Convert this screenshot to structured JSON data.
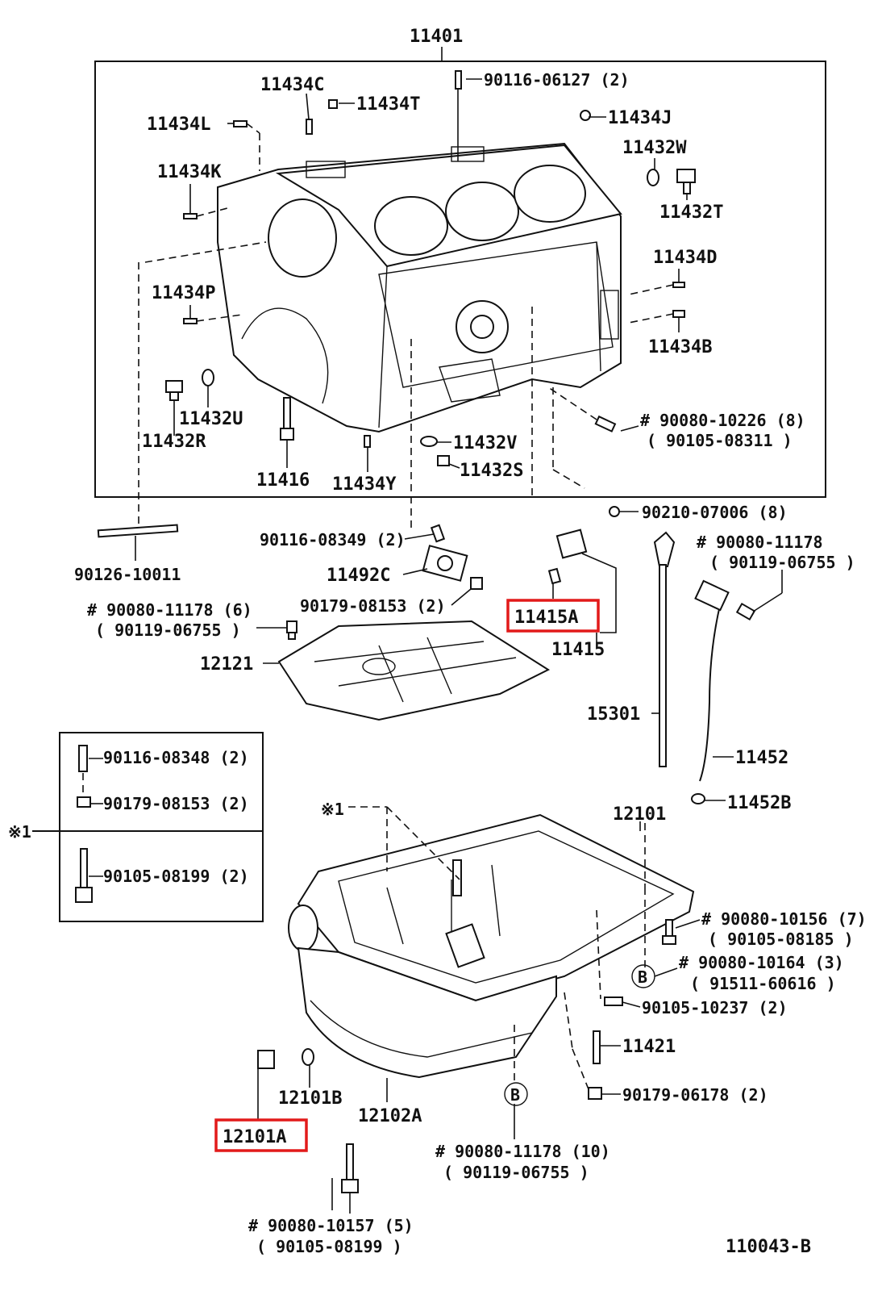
{
  "labels": {
    "l11401": "11401",
    "l11434c": "11434C",
    "l90116_06127": "90116-06127 (2)",
    "l11434t": "11434T",
    "l11434l": "11434L",
    "l11434j": "11434J",
    "l11432w": "11432W",
    "l11434k": "11434K",
    "l11432t": "11432T",
    "l11434d": "11434D",
    "l11434p": "11434P",
    "l11434b": "11434B",
    "l11432u": "11432U",
    "l11432r": "11432R",
    "l90080_10226": "# 90080-10226 (8)",
    "l90105_08311": "( 90105-08311 )",
    "l11432v": "11432V",
    "l11432s": "11432S",
    "l11416": "11416",
    "l11434y": "11434Y",
    "l90210_07006": "90210-07006 (8)",
    "l90116_08349": "90116-08349 (2)",
    "l90080_11178_a": "# 90080-11178",
    "l90119_06755_a": "( 90119-06755 )",
    "l90126_10011": "90126-10011",
    "l11492c": "11492C",
    "l90179_08153_a": "90179-08153 (2)",
    "l11415a": "11415A",
    "l11415": "11415",
    "l90080_11178_b": "# 90080-11178 (6)",
    "l90119_06755_b": "( 90119-06755 )",
    "l12121": "12121",
    "l15301": "15301",
    "l11452": "11452",
    "l11452b": "11452B",
    "l90116_08348": "90116-08348 (2)",
    "l90179_08153_b": "90179-08153 (2)",
    "l90105_08199_a": "90105-08199 (2)",
    "lnote1": "※1",
    "lnote1b": "※1",
    "l12101": "12101",
    "l90080_10156": "# 90080-10156 (7)",
    "l90105_08185": "( 90105-08185 )",
    "lb_circle_a": "B",
    "l90080_10164": "# 90080-10164 (3)",
    "l91511_60616": "( 91511-60616 )",
    "l90105_10237": "90105-10237 (2)",
    "l11421": "11421",
    "l90179_06178": "90179-06178 (2)",
    "l12101b": "12101B",
    "l12102a": "12102A",
    "lb_circle_b": "B",
    "l12101a": "12101A",
    "l90080_11178_c": "# 90080-11178 (10)",
    "l90119_06755_c": "( 90119-06755 )",
    "l90080_10157": "# 90080-10157 (5)",
    "l90105_08199_b": "( 90105-08199 )",
    "ldiagram_id": "110043-B"
  },
  "colors": {
    "ink": "#111111",
    "highlight": "#e21a1a",
    "background": "#ffffff"
  }
}
